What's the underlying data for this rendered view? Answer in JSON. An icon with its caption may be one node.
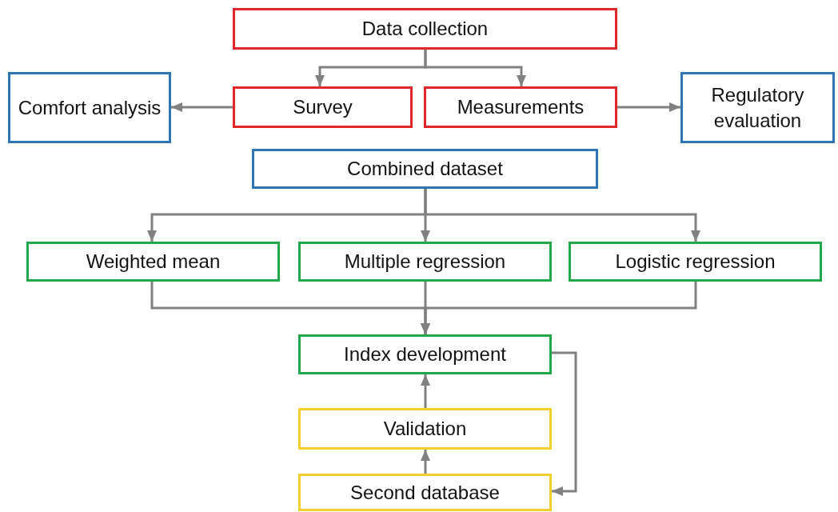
{
  "diagram": {
    "nodes": [
      {
        "text": [
          "Data collection"
        ]
      },
      {
        "text": [
          "Survey"
        ]
      },
      {
        "text": [
          "Measurements"
        ]
      },
      {
        "text": [
          "Comfort analysis"
        ]
      },
      {
        "text": [
          "Regulatory evaluation"
        ]
      },
      {
        "text": [
          "Combined dataset"
        ]
      },
      {
        "text": [
          "Weighted mean"
        ]
      },
      {
        "text": [
          "Multiple regression"
        ]
      },
      {
        "text": [
          "Logistic regression"
        ]
      },
      {
        "text": [
          "Index development"
        ]
      },
      {
        "text": [
          "Validation"
        ]
      },
      {
        "text": [
          "Second database"
        ]
      }
    ],
    "edges": [
      {
        "from": 0,
        "to": 1,
        "arrow": "to"
      },
      {
        "from": 0,
        "to": 2,
        "arrow": "to"
      },
      {
        "from": 1,
        "to": 3,
        "arrow": "to"
      },
      {
        "from": 2,
        "to": 4,
        "arrow": "to"
      },
      {
        "from": 5,
        "to": 6,
        "arrow": "to"
      },
      {
        "from": 5,
        "to": 7,
        "arrow": "to"
      },
      {
        "from": 5,
        "to": 8,
        "arrow": "to"
      },
      {
        "from": 6,
        "to": 9,
        "arrow": "to"
      },
      {
        "from": 7,
        "to": 9,
        "arrow": "to"
      },
      {
        "from": 8,
        "to": 9,
        "arrow": "to"
      },
      {
        "from": 10,
        "to": 9,
        "arrow": "to"
      },
      {
        "from": 11,
        "to": 10,
        "arrow": "to"
      },
      {
        "from": 9,
        "to": 11,
        "arrow": "to"
      }
    ]
  }
}
